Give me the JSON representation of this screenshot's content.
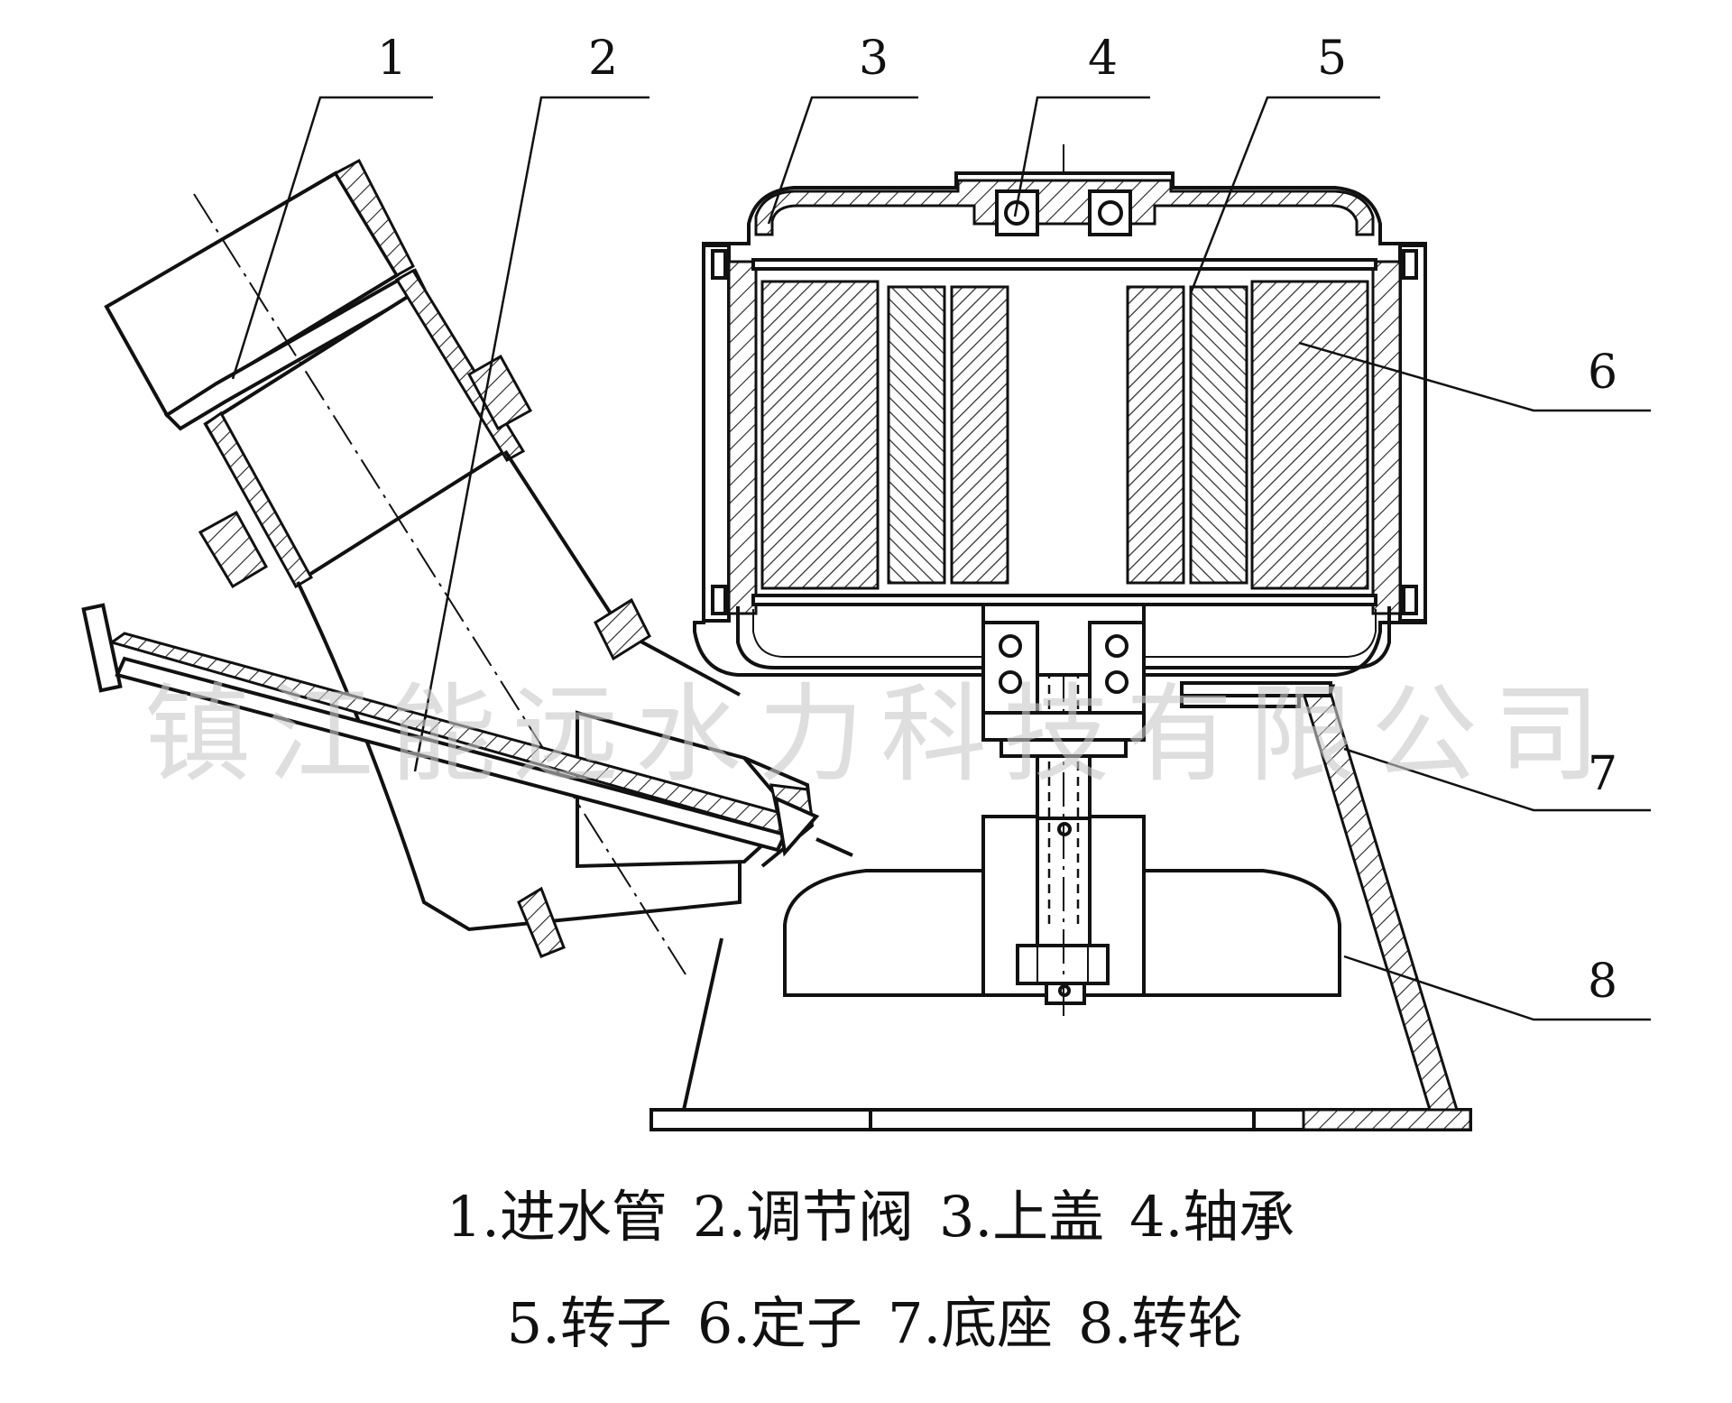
{
  "callouts": [
    "1",
    "2",
    "3",
    "4",
    "5",
    "6",
    "7",
    "8"
  ],
  "legend": {
    "row1": [
      "1.进水管",
      "2.调节阀",
      "3.上盖",
      "4.轴承"
    ],
    "row2": [
      "5.转子",
      "6.定子",
      "7.底座",
      "8.转轮"
    ]
  },
  "watermark": "镇江能远水力科技有限公司"
}
